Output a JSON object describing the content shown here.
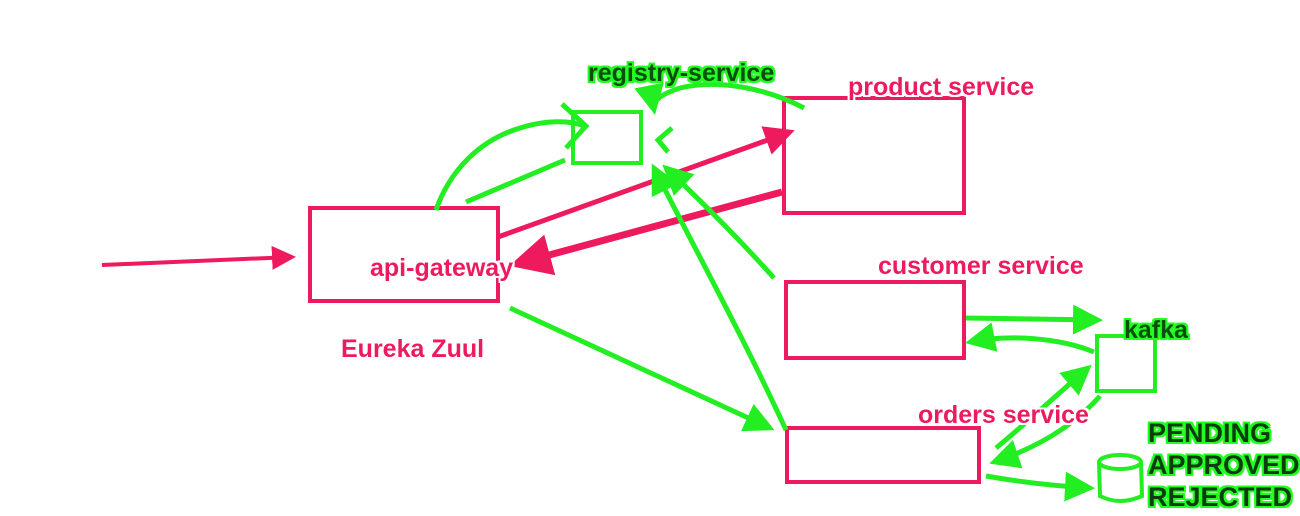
{
  "nodes": {
    "registry_label": "registry-service",
    "product_label": "product service",
    "gateway_label": "api-gateway",
    "gateway_subtitle": "Eureka Zuul",
    "customer_label": "customer service",
    "kafka_label": "kafka",
    "orders_label": "orders service"
  },
  "order_statuses": [
    "PENDING",
    "APPROVED",
    "REJECTED"
  ],
  "colors": {
    "pink": "#ee1a5e",
    "green": "#22ee22",
    "status_text": "#0b3d0b"
  }
}
